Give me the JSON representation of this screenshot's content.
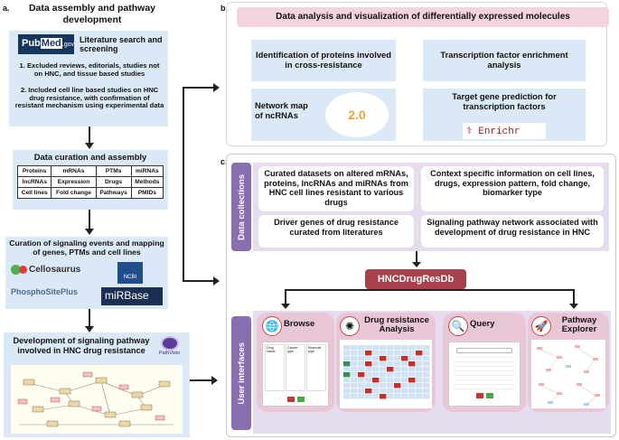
{
  "panel_a": {
    "label": "a.",
    "title": "Data assembly and pathway development",
    "lit_search": "Literature search and screening",
    "pubmed": {
      "pub": "Pub",
      "med": "Med",
      "gov": ".gov"
    },
    "step1": "1. Excluded reviews, editorials,  studies not on HNC, and tissue based studies",
    "step2": "2. Included cell line based studies on HNC drug resistance, with confirmation of resistant mechanism using experimental data",
    "curation_title": "Data curation and assembly",
    "curation_table": [
      [
        "Proteins",
        "mRNAs",
        "PTMs",
        "miRNAs"
      ],
      [
        "lncRNAs",
        "Expression",
        "Drugs",
        "Methods"
      ],
      [
        "Cell lines",
        "Fold change",
        "Pathways",
        "PMIDs"
      ]
    ],
    "mapping_title": "Curation of signaling events and mapping of genes, PTMs and cell lines",
    "logos": {
      "cellosaurus": "Cellosaurus",
      "ncbi": "NCBI",
      "phosphosite": "PhosphoSitePlus",
      "mirbase": "miRBase"
    },
    "dev_title": "Development of signaling pathway involved  in HNC drug resistance",
    "pathvisio": "PathVisio"
  },
  "panel_b": {
    "label": "b.",
    "title": "Data analysis and visualization of differentially expressed molecules",
    "box1": "Identification of proteins involved in cross-resistance",
    "box2": "Transcription factor enrichment analysis",
    "box3": "Network map of ncRNAs",
    "box4": "Target gene prediction for transcription factors",
    "enrichr": "Enrichr",
    "logo20": "2.0"
  },
  "panel_c": {
    "label": "c.",
    "side_collections": "Data collections",
    "side_interfaces": "User interfaces",
    "col1": "Curated datasets on altered mRNAs, proteins, lncRNAs and miRNAs from HNC cell lines resistant to various drugs",
    "col2": "Context specific information on cell lines, drugs, expression pattern, fold change, biomarker type",
    "col3": "Driver genes of drug resistance curated from literatures",
    "col4": "Signaling pathway network associated with development of  drug resistance in HNC",
    "db_name": "HNCDrugResDb",
    "cards": [
      {
        "title": "Browse"
      },
      {
        "title": "Drug resistance Analysis"
      },
      {
        "title": "Query"
      },
      {
        "title": "Pathway Explorer"
      }
    ],
    "browse_cols": [
      "Drug Name",
      "Cancer type",
      "Molecule type"
    ]
  },
  "colors": {
    "light_blue": "#dbe8f5",
    "pink": "#f2d3df",
    "purple": "#e6dcef",
    "maroon": "#a8414b",
    "card": "#e9c6d5"
  }
}
